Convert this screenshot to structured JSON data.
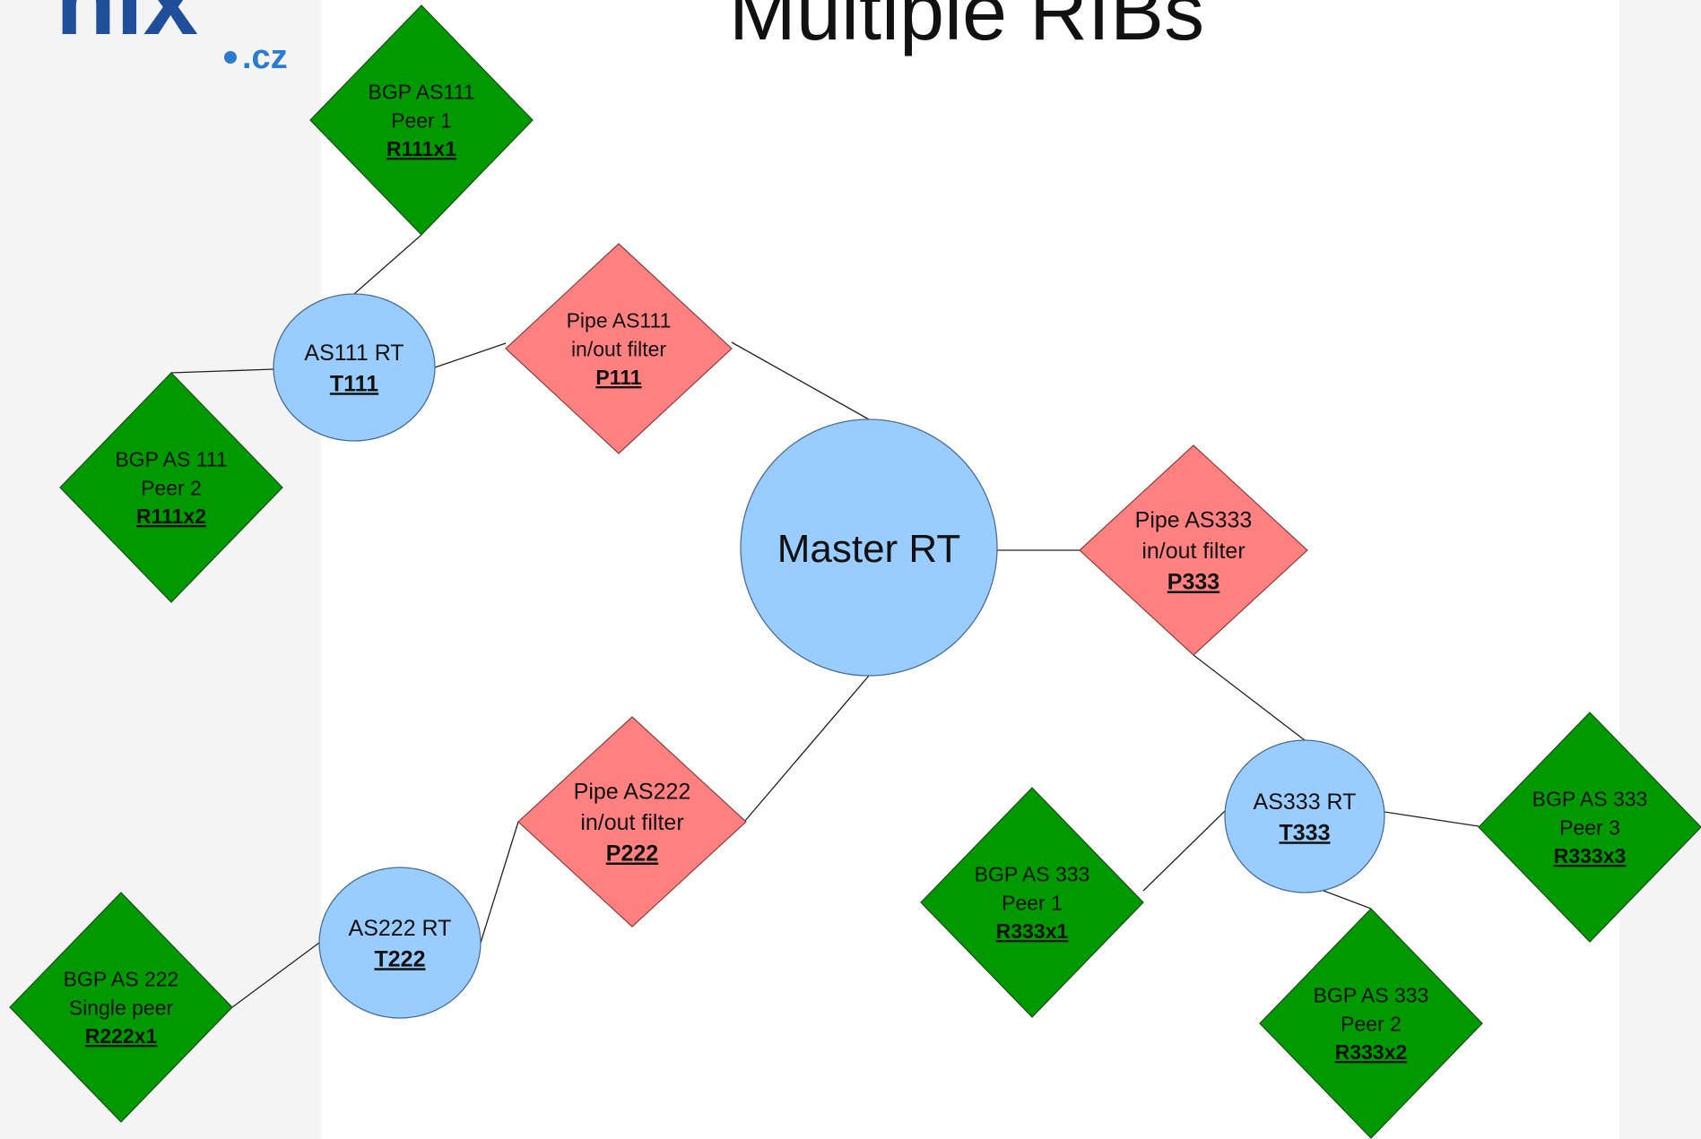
{
  "slide": {
    "title": "Multiple RIBs",
    "logo_text": "nix",
    "logo_suffix": ".cz"
  },
  "colors": {
    "rt": "#99ccff",
    "pipe": "#ff8080",
    "bgp": "#009900",
    "edge": "#222222"
  },
  "nodes": [
    {
      "id": "master",
      "kind": "rt",
      "lines": [
        "Master RT"
      ],
      "code": ""
    },
    {
      "id": "t111",
      "kind": "rt",
      "lines": [
        "AS111 RT"
      ],
      "code": "T111"
    },
    {
      "id": "t222",
      "kind": "rt",
      "lines": [
        "AS222 RT"
      ],
      "code": "T222"
    },
    {
      "id": "t333",
      "kind": "rt",
      "lines": [
        "AS333 RT"
      ],
      "code": "T333"
    },
    {
      "id": "p111",
      "kind": "pipe",
      "lines": [
        "Pipe AS111",
        "in/out filter"
      ],
      "code": "P111"
    },
    {
      "id": "p222",
      "kind": "pipe",
      "lines": [
        "Pipe AS222",
        "in/out filter"
      ],
      "code": "P222"
    },
    {
      "id": "p333",
      "kind": "pipe",
      "lines": [
        "Pipe AS333",
        "in/out filter"
      ],
      "code": "P333"
    },
    {
      "id": "r111x1",
      "kind": "bgp",
      "lines": [
        "BGP AS111",
        "Peer 1"
      ],
      "code": "R111x1"
    },
    {
      "id": "r111x2",
      "kind": "bgp",
      "lines": [
        "BGP AS 111",
        "Peer 2"
      ],
      "code": "R111x2"
    },
    {
      "id": "r222x1",
      "kind": "bgp",
      "lines": [
        "BGP AS 222",
        "Single peer"
      ],
      "code": "R222x1"
    },
    {
      "id": "r333x1",
      "kind": "bgp",
      "lines": [
        "BGP AS 333",
        "Peer 1"
      ],
      "code": "R333x1"
    },
    {
      "id": "r333x2",
      "kind": "bgp",
      "lines": [
        "BGP AS 333",
        "Peer 2"
      ],
      "code": "R333x2"
    },
    {
      "id": "r333x3",
      "kind": "bgp",
      "lines": [
        "BGP AS 333",
        "Peer 3"
      ],
      "code": "R333x3"
    }
  ],
  "edges": [
    [
      "r111x1",
      "t111"
    ],
    [
      "r111x2",
      "t111"
    ],
    [
      "t111",
      "p111"
    ],
    [
      "p111",
      "master"
    ],
    [
      "master",
      "p333"
    ],
    [
      "p333",
      "t333"
    ],
    [
      "t333",
      "r333x1"
    ],
    [
      "t333",
      "r333x2"
    ],
    [
      "t333",
      "r333x3"
    ],
    [
      "master",
      "p222"
    ],
    [
      "p222",
      "t222"
    ],
    [
      "t222",
      "r222x1"
    ]
  ]
}
